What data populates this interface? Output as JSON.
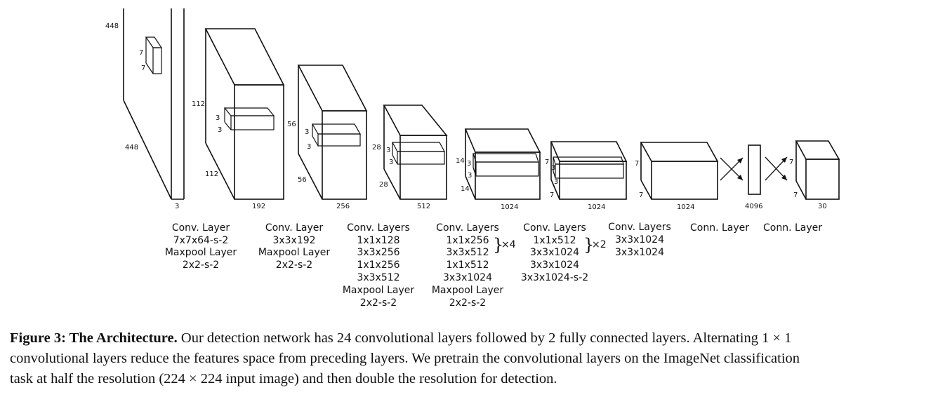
{
  "diagram": {
    "input": {
      "height": "448",
      "width": "448",
      "channels": "3",
      "kernel_h": "7",
      "kernel_w": "7"
    },
    "blocks": [
      {
        "id": "b1",
        "h": "112",
        "w": "112",
        "depth": "192",
        "kh": "3",
        "kw": "3",
        "layers": [
          "Conv. Layer",
          "7x7x64-s-2",
          "Maxpool Layer",
          "2x2-s-2"
        ]
      },
      {
        "id": "b2",
        "h": "56",
        "w": "56",
        "depth": "256",
        "kh": "3",
        "kw": "3",
        "layers": [
          "Conv. Layer",
          "3x3x192",
          "Maxpool Layer",
          "2x2-s-2"
        ]
      },
      {
        "id": "b3",
        "h": "28",
        "w": "28",
        "depth": "512",
        "kh": "3",
        "kw": "3",
        "layers": [
          "Conv. Layers",
          "1x1x128",
          "3x3x256",
          "1x1x256",
          "3x3x512",
          "Maxpool Layer",
          "2x2-s-2"
        ]
      },
      {
        "id": "b4",
        "h": "14",
        "w": "14",
        "depth": "1024",
        "kh": "3",
        "kw": "3",
        "layers": [
          "Conv. Layers",
          "1x1x256",
          "3x3x512",
          "1x1x512",
          "3x3x1024",
          "Maxpool Layer",
          "2x2-s-2"
        ],
        "repeat": "×4"
      },
      {
        "id": "b5",
        "h": "7",
        "w": "7",
        "depth": "1024",
        "kh": "3",
        "kw": "3",
        "layers": [
          "Conv. Layers",
          "1x1x512",
          "3x3x1024",
          "3x3x1024",
          "3x3x1024-s-2"
        ],
        "repeat": "×2"
      },
      {
        "id": "b6",
        "h": "7",
        "w": "7",
        "depth": "1024",
        "layers": [
          "Conv. Layers",
          "3x3x1024",
          "3x3x1024"
        ]
      }
    ],
    "fc": {
      "size": "4096",
      "label": "Conn. Layer"
    },
    "output": {
      "h": "7",
      "w": "7",
      "depth": "30",
      "label": "Conn. Layer"
    }
  },
  "caption": {
    "lead": "Figure 3: The Architecture.",
    "line1": " Our detection network has 24 convolutional layers followed by 2 fully connected layers. Alternating 1 × 1",
    "line2": "convolutional layers reduce the features space from preceding layers. We pretrain the convolutional layers on the ImageNet classification",
    "line3": "task at half the resolution (224 × 224 input image) and then double the resolution for detection."
  }
}
